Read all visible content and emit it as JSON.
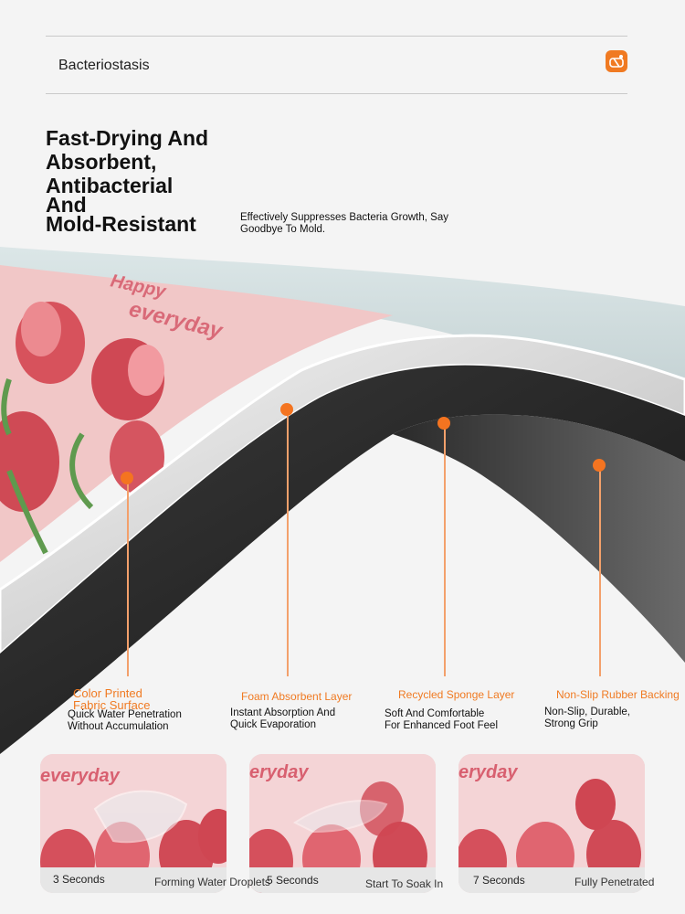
{
  "header": {
    "tag": "Bacteriostasis",
    "icon": "sanitizer-badge-icon",
    "accent": "#f07a22"
  },
  "headline": {
    "lines": [
      "Fast-Drying And",
      "Absorbent,",
      "Antibacterial",
      "And",
      "Mold-Resistant"
    ]
  },
  "subheadline": {
    "lines": [
      "Effectively Suppresses Bacteria Growth, Say",
      "Goodbye To Mold."
    ]
  },
  "mat_print_text": [
    "Happy",
    "everyday"
  ],
  "layers": [
    {
      "label_lines": [
        "Color Printed",
        "Fabric Surface"
      ],
      "desc_lines": [
        "Quick Water Penetration",
        "Without Accumulation"
      ]
    },
    {
      "label_lines": [
        "Foam Absorbent Layer"
      ],
      "desc_lines": [
        "Instant Absorption And",
        "Quick Evaporation"
      ]
    },
    {
      "label_lines": [
        "Recycled Sponge Layer"
      ],
      "desc_lines": [
        "Soft And Comfortable",
        "For Enhanced Foot Feel"
      ]
    },
    {
      "label_lines": [
        "Non-Slip Rubber Backing"
      ],
      "desc_lines": [
        "Non-Slip, Durable,",
        "Strong Grip"
      ]
    }
  ],
  "stages": [
    {
      "time": "3 Seconds",
      "caption": "Forming Water Droplets",
      "print": "everyday"
    },
    {
      "time": "5 Seconds",
      "caption": "Start To Soak In",
      "print": "eryday"
    },
    {
      "time": "7 Seconds",
      "caption": "Fully Penetrated",
      "print": "eryday"
    }
  ]
}
